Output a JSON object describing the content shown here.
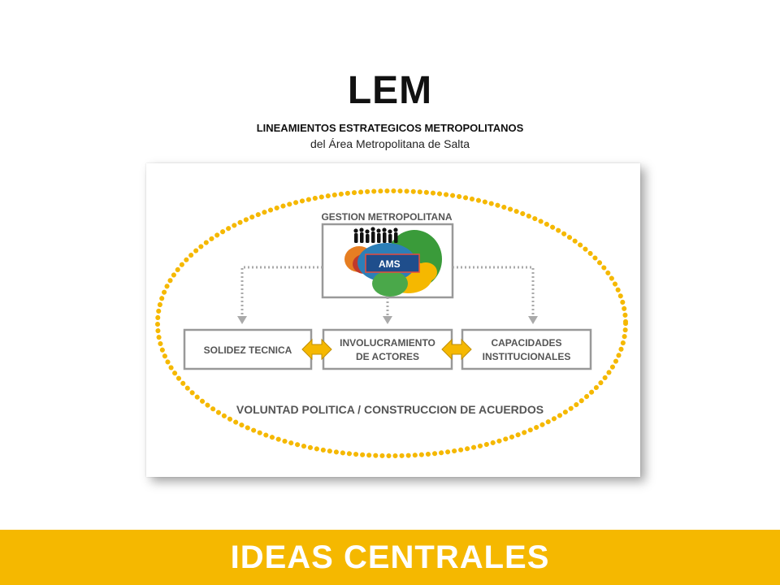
{
  "header": {
    "title": "LEM",
    "subtitle": "LINEAMIENTOS ESTRATEGICOS METROPOLITANOS",
    "subtitle2": "del Área Metropolitana de Salta"
  },
  "diagram": {
    "top_heading": "GESTION METROPOLITANA",
    "center_label": "AMS",
    "boxes": [
      {
        "line1": "SOLIDEZ TECNICA",
        "line2": ""
      },
      {
        "line1": "INVOLUCRAMIENTO",
        "line2": "DE ACTORES"
      },
      {
        "line1": "CAPACIDADES",
        "line2": "INSTITUCIONALES"
      }
    ],
    "bottom_label": "VOLUNTAD POLITICA / CONSTRUCCION DE ACUERDOS"
  },
  "footer": {
    "label": "IDEAS CENTRALES"
  },
  "colors": {
    "accent": "#f5b800",
    "box_border": "#999999",
    "text_gray": "#555555"
  }
}
